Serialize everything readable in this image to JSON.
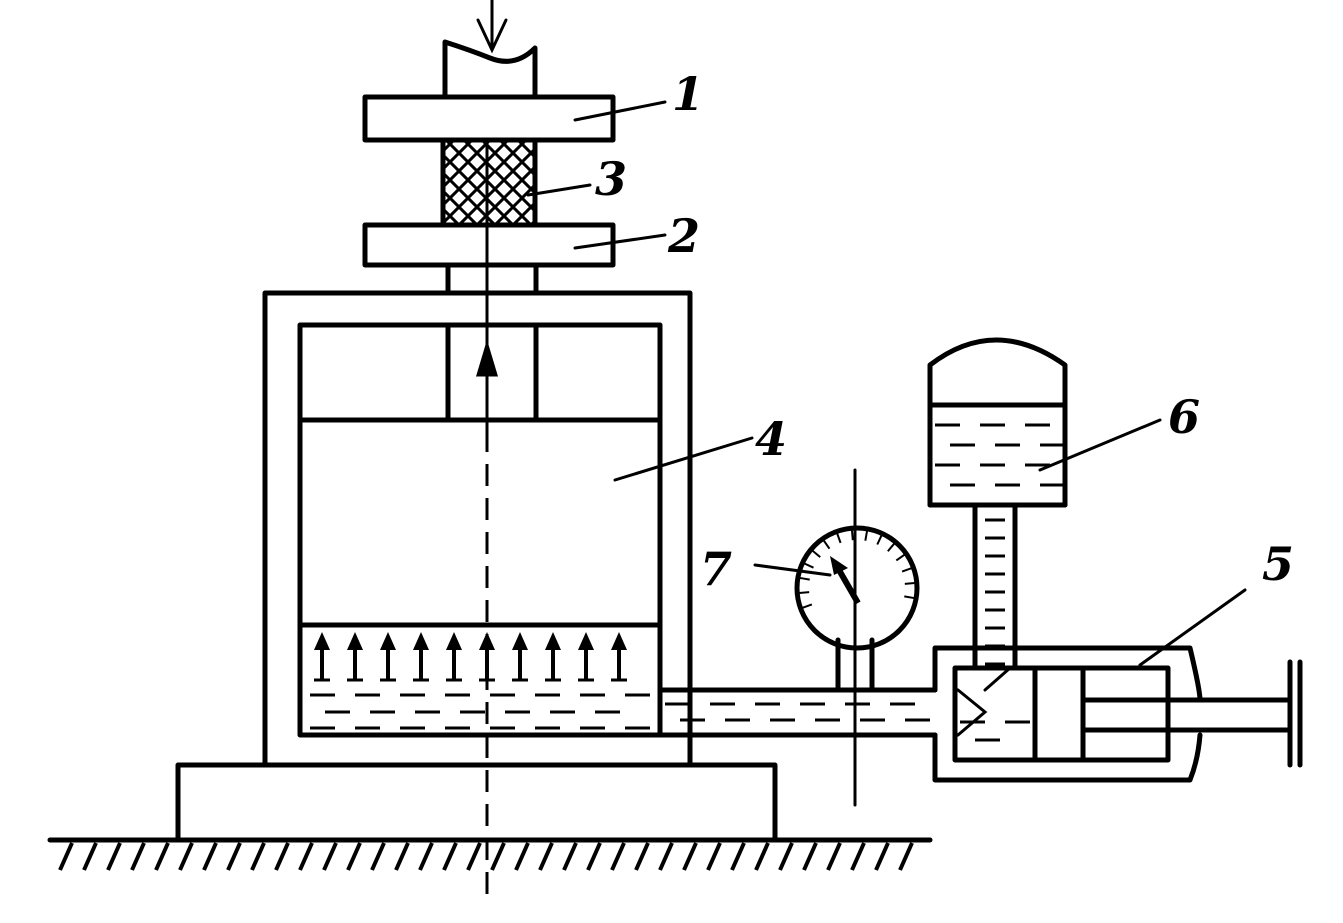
{
  "labels": {
    "l1": "1",
    "l2": "2",
    "l3": "3",
    "l4": "4",
    "l5": "5",
    "l6": "6",
    "l7": "7"
  },
  "colors": {
    "ink": "#000000",
    "paper": "#ffffff"
  }
}
